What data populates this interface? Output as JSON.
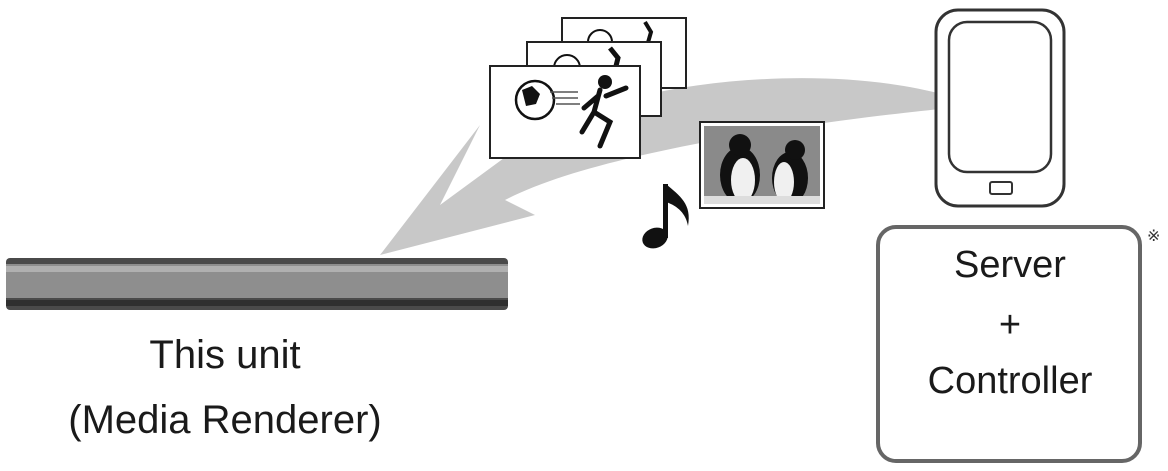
{
  "colors": {
    "arrow": "#c8c8c8",
    "device_body": "#4a4a4a",
    "device_front": "#8e8e8e",
    "outline": "#555555",
    "text": "#1a1a1a"
  },
  "icons": {
    "phone": "smartphone-icon",
    "note": "music-note-icon",
    "photo": "penguin-photo-icon",
    "video": "soccer-video-frames-icon",
    "arrow": "flow-arrow-icon",
    "recorder": "blu-ray-player-icon"
  },
  "renderer": {
    "line1": "This unit",
    "line2": "(Media Renderer)"
  },
  "server": {
    "line1": "Server",
    "line2": "+",
    "line3": "Controller",
    "note_mark": "※"
  }
}
